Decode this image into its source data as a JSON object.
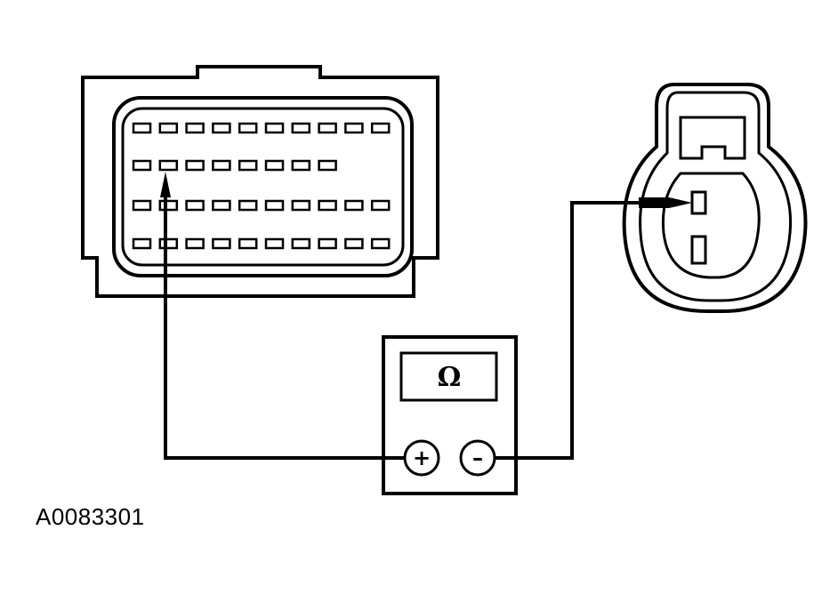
{
  "figure": {
    "id": "A0083301"
  },
  "meter": {
    "display_symbol": "Ω",
    "positive_terminal": "+",
    "negative_terminal": "–"
  },
  "harness_connector": {
    "pin_rows": [
      10,
      8,
      10,
      10
    ]
  },
  "component_connector": {
    "pin_count": 2
  }
}
